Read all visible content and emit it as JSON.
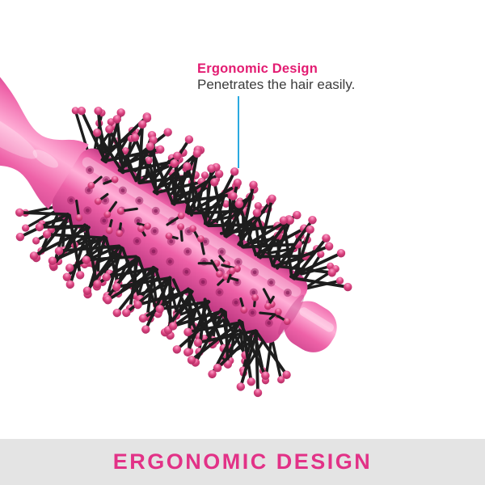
{
  "callout": {
    "title": "Ergonomic Design",
    "subtitle": "Penetrates the hair easily."
  },
  "banner": {
    "label": "ERGONOMIC DESIGN"
  },
  "photo": {
    "subject": "Pink round vented hair brush with black ball-tipped bristles, angled diagonally"
  },
  "colors": {
    "title_pink": "#e31c72",
    "subtitle_dark": "#3c3c3c",
    "pointer_blue": "#2aa9e0",
    "banner_bg": "#e4e4e4",
    "banner_pink": "#e23287",
    "brush_main": "#ee62a8",
    "brush_light": "#ffb0d7",
    "brush_dark": "#bd3680",
    "bristle_black": "#1d1d1d",
    "ball_pink": "#d8417d",
    "ball_dark": "#9e2258",
    "hole_pink": "#a12566"
  }
}
